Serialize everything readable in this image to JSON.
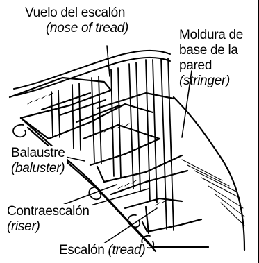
{
  "labels": {
    "nose": {
      "es": "Vuelo del escalón",
      "en": "(nose of tread)"
    },
    "stringer": {
      "es_line1": "Moldura de",
      "es_line2": "base de la",
      "es_line3": "pared",
      "en": "(stringer)"
    },
    "baluster": {
      "es": "Balaustre",
      "en": "(baluster)"
    },
    "riser": {
      "es": "Contraescalón",
      "en": "(riser)"
    },
    "tread": {
      "es": "Escalón",
      "en": "(tread)"
    }
  }
}
